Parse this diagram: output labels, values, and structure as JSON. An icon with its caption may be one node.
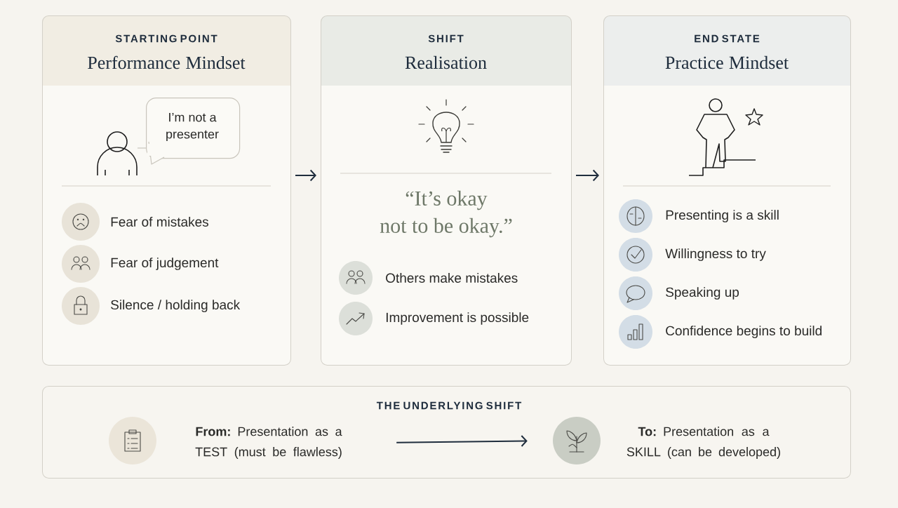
{
  "diagram": {
    "nodes": [
      {
        "text": [
          "STARTING POINT",
          "Performance Mindset"
        ]
      },
      {
        "text": [
          "I’m not a presenter"
        ],
        "in": 0
      },
      {
        "text": [
          "SHIFT",
          "Realisation"
        ]
      },
      {
        "text": [
          "END STATE",
          "Practice Mindset"
        ]
      },
      {
        "text": [
          "THE UNDERLYING SHIFT"
        ]
      },
      {
        "text": [],
        "shape": "circle",
        "in": 4
      },
      {
        "text": [
          "**From:** Presentation as a TEST (must be flawless)"
        ],
        "in": 4
      },
      {
        "text": [],
        "shape": "circle",
        "in": 4
      },
      {
        "text": [
          "**To:** Presentation as a SKILL (can be developed)"
        ],
        "in": 4
      }
    ],
    "edges": [
      {
        "from": 0,
        "to": 2,
        "arrow": "to"
      },
      {
        "from": 2,
        "to": 3,
        "arrow": "to"
      },
      {
        "from": 6,
        "to": 7,
        "arrow": "to"
      }
    ],
    "labels": [
      "Fear of mistakes",
      "Fear of judgement",
      "Silence / holding back",
      "“It’s okay not to be okay.”",
      "Others make mistakes",
      "Improvement is possible",
      "Presenting is a skill",
      "Willingness to try",
      "Speaking up",
      "Confidence begins to build"
    ]
  }
}
